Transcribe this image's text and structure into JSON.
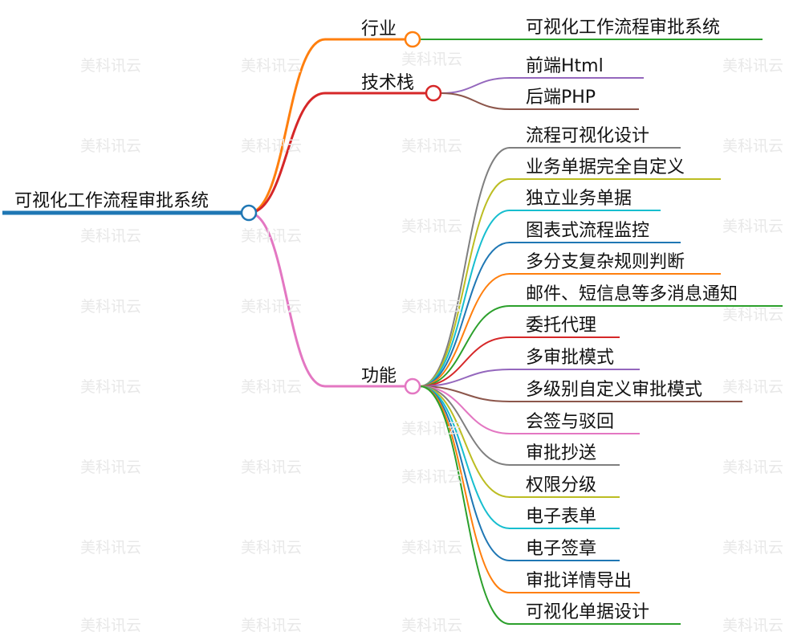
{
  "watermark": "美科讯云",
  "root": {
    "label": "可视化工作流程审批系统",
    "color": "#1f77b4"
  },
  "branches": [
    {
      "label": "行业",
      "color": "#ff7f0e",
      "children": [
        {
          "label": "可视化工作流程审批系统",
          "color": "#2ca02c"
        }
      ]
    },
    {
      "label": "技术栈",
      "color": "#d62728",
      "children": [
        {
          "label": "前端Html",
          "color": "#9467bd"
        },
        {
          "label": "后端PHP",
          "color": "#8c564b"
        }
      ]
    },
    {
      "label": "功能",
      "color": "#e377c2",
      "children": [
        {
          "label": "流程可视化设计",
          "color": "#7f7f7f"
        },
        {
          "label": "业务单据完全自定义",
          "color": "#bcbd22"
        },
        {
          "label": "独立业务单据",
          "color": "#17becf"
        },
        {
          "label": "图表式流程监控",
          "color": "#1f77b4"
        },
        {
          "label": "多分支复杂规则判断",
          "color": "#ff7f0e"
        },
        {
          "label": "邮件、短信息等多消息通知",
          "color": "#2ca02c"
        },
        {
          "label": "委托代理",
          "color": "#d62728"
        },
        {
          "label": "多审批模式",
          "color": "#9467bd"
        },
        {
          "label": "多级别自定义审批模式",
          "color": "#8c564b"
        },
        {
          "label": "会签与驳回",
          "color": "#e377c2"
        },
        {
          "label": "审批抄送",
          "color": "#7f7f7f"
        },
        {
          "label": "权限分级",
          "color": "#bcbd22"
        },
        {
          "label": "电子表单",
          "color": "#17becf"
        },
        {
          "label": "电子签章",
          "color": "#1f77b4"
        },
        {
          "label": "审批详情导出",
          "color": "#ff7f0e"
        },
        {
          "label": "可视化单据设计",
          "color": "#2ca02c"
        }
      ]
    }
  ]
}
